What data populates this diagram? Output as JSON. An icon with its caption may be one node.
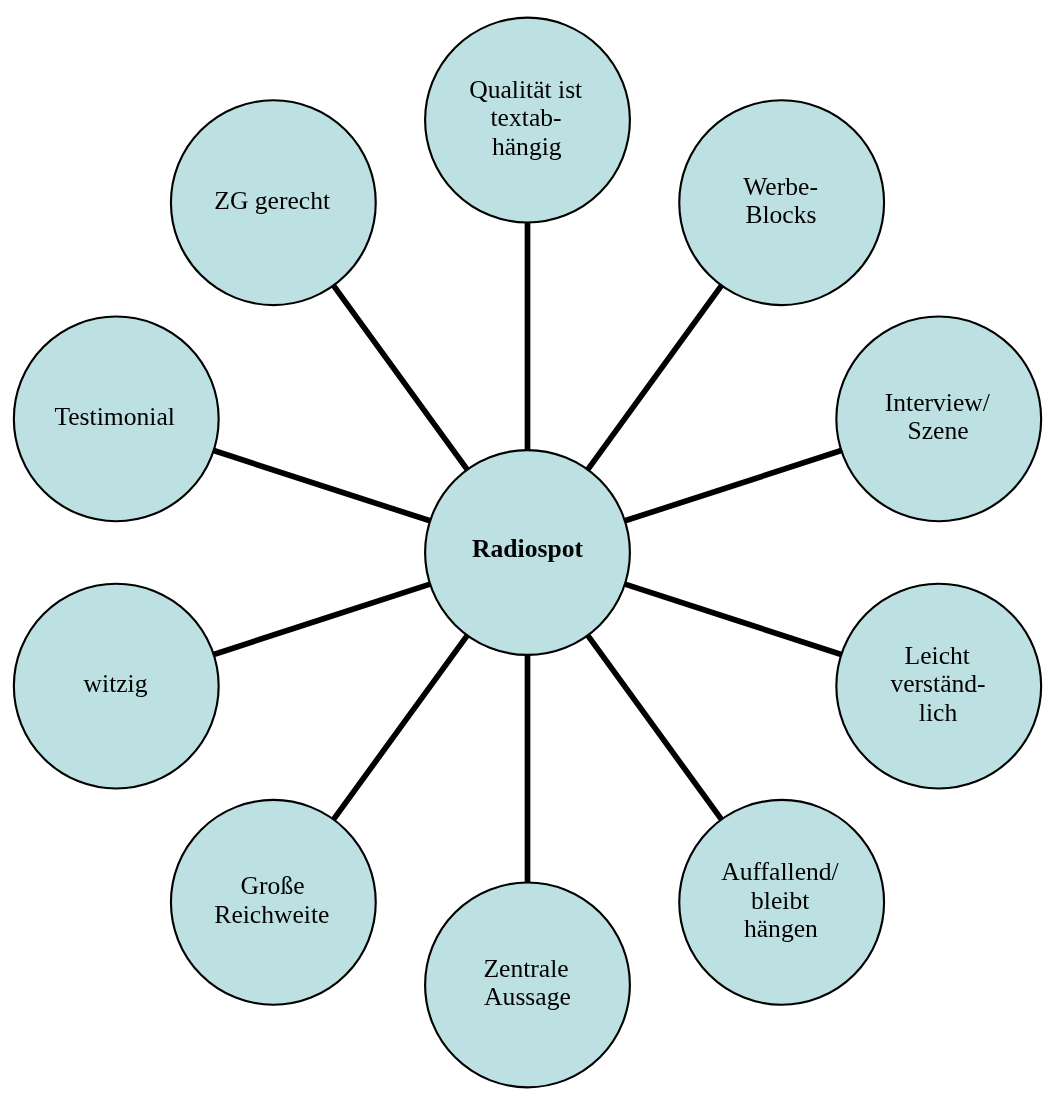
{
  "diagram": {
    "nodes": [
      {
        "text": [
          "Radiospot"
        ]
      },
      {
        "text": [
          "Interview/ Szene"
        ]
      },
      {
        "text": [
          "Werbe- Blocks"
        ]
      },
      {
        "text": [
          "Qualität ist textab- hängig"
        ]
      },
      {
        "text": [
          "ZG gerecht"
        ]
      },
      {
        "text": [
          "Testimonial"
        ]
      },
      {
        "text": [
          "witzig"
        ]
      },
      {
        "text": [
          "Große Reichweite"
        ]
      },
      {
        "text": [
          "Zentrale Aussage"
        ]
      },
      {
        "text": [
          "Auffallend/ bleibt hängen"
        ]
      },
      {
        "text": [
          "Leicht verständ- lich"
        ]
      }
    ],
    "edges": [
      {
        "from": 0,
        "to": 1,
        "arrow": "none"
      },
      {
        "from": 0,
        "to": 2,
        "arrow": "none"
      },
      {
        "from": 0,
        "to": 3,
        "arrow": "none"
      },
      {
        "from": 0,
        "to": 4,
        "arrow": "none"
      },
      {
        "from": 0,
        "to": 5,
        "arrow": "none"
      },
      {
        "from": 0,
        "to": 6,
        "arrow": "none"
      },
      {
        "from": 0,
        "to": 7,
        "arrow": "none"
      },
      {
        "from": 0,
        "to": 8,
        "arrow": "none"
      },
      {
        "from": 0,
        "to": 9,
        "arrow": "none"
      },
      {
        "from": 0,
        "to": 10,
        "arrow": "none"
      }
    ]
  }
}
